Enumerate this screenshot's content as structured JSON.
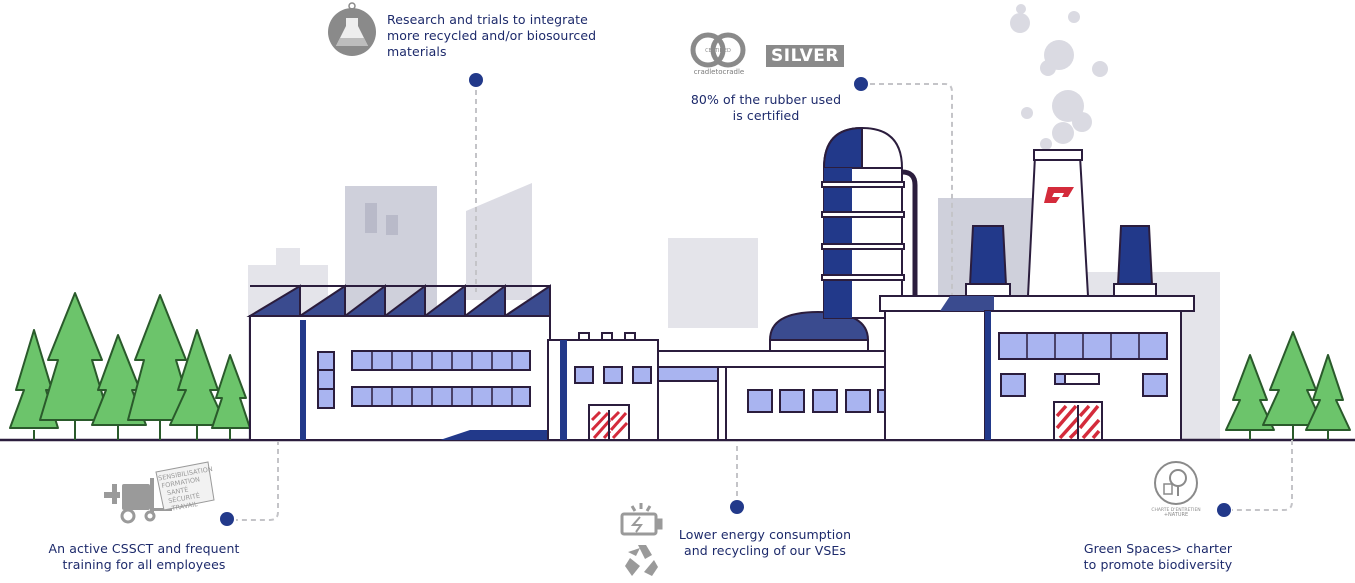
{
  "callouts": {
    "research": {
      "text": "Research and trials to integrate more recycled and/or biosourced materials",
      "icon": "flask-icon"
    },
    "rubber": {
      "text": "80% of the rubber used is certified",
      "icon": "cradle-to-cradle-icon"
    },
    "csscт": {
      "text": "An active CSSCT and frequent training for all employees",
      "icon": "forklift-icon"
    },
    "energy": {
      "text": "Lower energy consumption and recycling of our VSEs",
      "icon": "battery-recycle-icon"
    },
    "biodiversity": {
      "text": "Green Spaces> charter to promote biodiversity",
      "icon": "tree-badge-icon"
    }
  },
  "certification": {
    "badge": "SILVER",
    "c2c_ring_text": "CERTIFIED",
    "c2c_wordmark": "cradletocradle"
  },
  "forklift_sign": {
    "lines": [
      "SENSIBILISATION",
      "FORMATION",
      "SANTÉ",
      "SÉCURITÉ",
      "TRAVAIL"
    ]
  },
  "nature_badge": {
    "line1": "CHARTE D'ENTRETIEN",
    "line2": "+NATURE"
  },
  "colors": {
    "navy": "#22398a",
    "outline": "#2b1d3d",
    "window": "#a9b4f0",
    "tree": "#6cc46b",
    "tree_dark": "#2a5a2b",
    "haze": "#d7d7df",
    "door": "#d42b3b"
  }
}
